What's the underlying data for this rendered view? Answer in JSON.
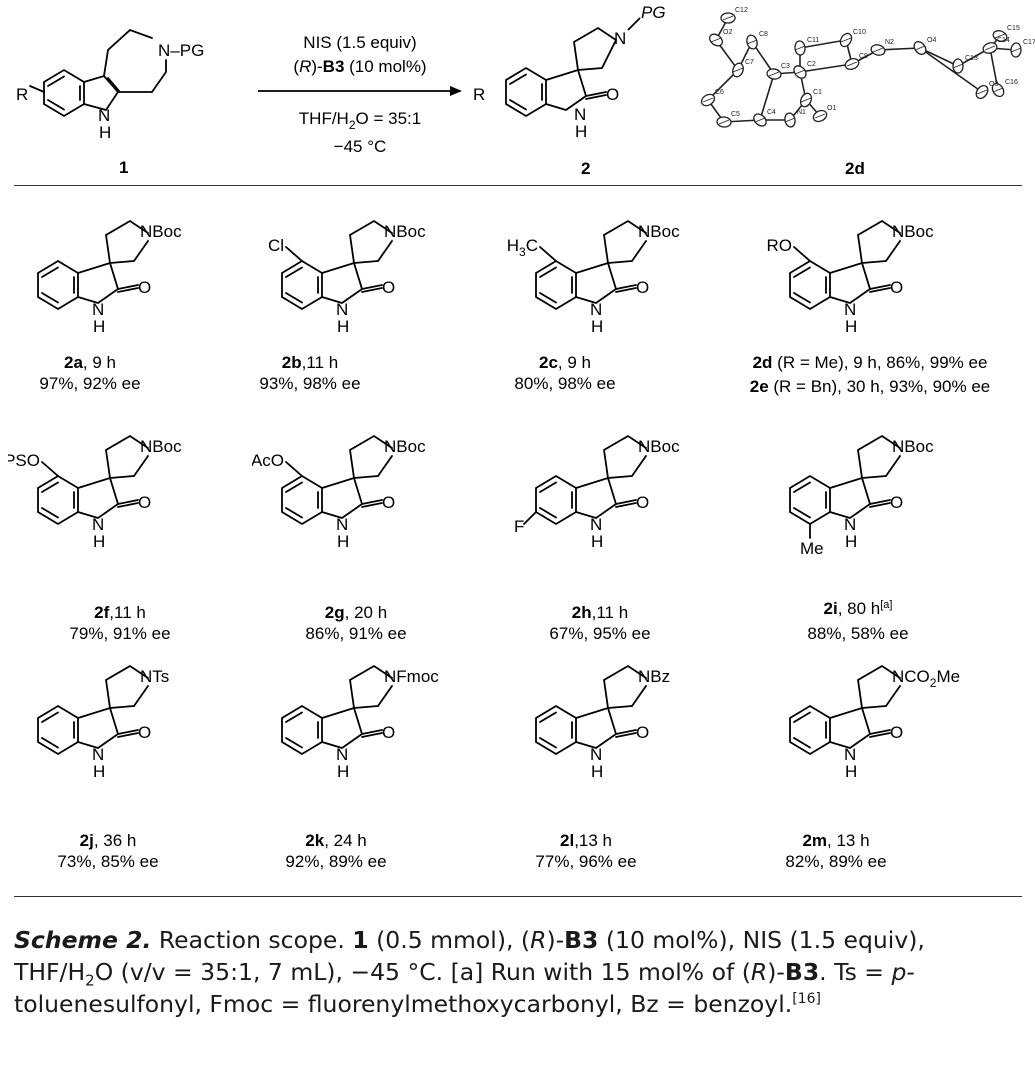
{
  "reaction": {
    "substituent_R": "R",
    "nh": "H",
    "nh_n": "N",
    "pg_label": "N–PG",
    "reagent_line1": "NIS (1.5 equiv)",
    "reagent_line2_a": "(",
    "reagent_line2_r": "R",
    "reagent_line2_b": ")-",
    "reagent_line2_cat": "B3",
    "reagent_line2_c": " (10 mol%)",
    "solvent_a": "THF/H",
    "solvent_sub": "2",
    "solvent_b": "O = 35:1",
    "temperature": "−45 °C",
    "sm_id": "1",
    "product_id": "2",
    "product_pg": "PG",
    "carbonyl_o": "O",
    "crystal_id": "2d"
  },
  "ortep_atom_labels": [
    "C12",
    "O2",
    "C8",
    "C7",
    "C6",
    "C5",
    "C4",
    "N1",
    "C1",
    "O1",
    "C3",
    "C2",
    "C11",
    "C10",
    "C9",
    "N2",
    "O4",
    "C13",
    "O3",
    "C14",
    "C15",
    "C16",
    "C17"
  ],
  "entries": [
    {
      "id": "2a",
      "sep": ", ",
      "time": "9 h",
      "line2": "97%, 92% ee",
      "pg": "NBoc",
      "sub5": "",
      "sub6": "",
      "sub7": ""
    },
    {
      "id": "2b",
      "sep": ",",
      "time": "11 h",
      "line2": "93%, 98% ee",
      "pg": "NBoc",
      "sub5": "Cl",
      "sub6": "",
      "sub7": ""
    },
    {
      "id": "2c",
      "sep": ", ",
      "time": "9 h",
      "line2": "80%, 98% ee",
      "pg": "NBoc",
      "sub5": "H3C",
      "sub6": "",
      "sub7": ""
    },
    {
      "id": "2d",
      "sep": " ",
      "time": "(R = Me), 9 h, 86%, 99% ee",
      "line2": "",
      "pg": "NBoc",
      "sub5": "RO",
      "sub6": "",
      "sub7": ""
    },
    {
      "id": "2e",
      "sep": " ",
      "time": "(R = Bn), 30 h, 93%, 90% ee",
      "line2": "",
      "pg": "",
      "sub5": "",
      "sub6": "",
      "sub7": ""
    },
    {
      "id": "2f",
      "sep": ",",
      "time": "11 h",
      "line2": "79%, 91% ee",
      "pg": "NBoc",
      "sub5": "TIPSO",
      "sub6": "",
      "sub7": ""
    },
    {
      "id": "2g",
      "sep": ", ",
      "time": "20 h",
      "line2": "86%, 91% ee",
      "pg": "NBoc",
      "sub5": "AcO",
      "sub6": "",
      "sub7": ""
    },
    {
      "id": "2h",
      "sep": ",",
      "time": "11 h",
      "line2": "67%, 95% ee",
      "pg": "NBoc",
      "sub5": "",
      "sub6": "F",
      "sub7": ""
    },
    {
      "id": "2i",
      "sep": ", ",
      "time": "80 h",
      "note": "[a]",
      "line2": "88%, 58% ee",
      "pg": "NBoc",
      "sub5": "",
      "sub6": "",
      "sub7": "Me"
    },
    {
      "id": "2j",
      "sep": ", ",
      "time": "36 h",
      "line2": "73%, 85% ee",
      "pg": "NTs",
      "sub5": "",
      "sub6": "",
      "sub7": ""
    },
    {
      "id": "2k",
      "sep": ", ",
      "time": "24 h",
      "line2": "92%, 89% ee",
      "pg": "NFmoc",
      "sub5": "",
      "sub6": "",
      "sub7": ""
    },
    {
      "id": "2l",
      "sep": ",",
      "time": "13 h",
      "line2": "77%, 96% ee",
      "pg": "NBz",
      "sub5": "",
      "sub6": "",
      "sub7": ""
    },
    {
      "id": "2m",
      "sep": ", ",
      "time": "13 h",
      "line2": "82%, 89% ee",
      "pg": "NCO2Me",
      "sub5": "",
      "sub6": "",
      "sub7": ""
    }
  ],
  "atoms": {
    "nh_h": "H",
    "nh_n": "N",
    "o": "O"
  },
  "caption": {
    "lead": "Scheme 2.",
    "t1": " Reaction scope. ",
    "b1": "1",
    "t2": " (0.5 mmol), (",
    "i1": "R",
    "t3": ")-",
    "b2": "B3",
    "t4": " (10 mol%), NIS (1.5 equiv), THF/H",
    "sub1": "2",
    "t5": "O (v/v = 35:1, 7 mL), −45 °C. [a] Run with 15 mol% of (",
    "i2": "R",
    "t6": ")-",
    "b3": "B3",
    "t7": ". Ts = ",
    "i3": "p",
    "t8": "-toluenesulfonyl, Fmoc = fluorenylmethoxycarbonyl, Bz = benzoyl.",
    "ref": "[16]"
  }
}
